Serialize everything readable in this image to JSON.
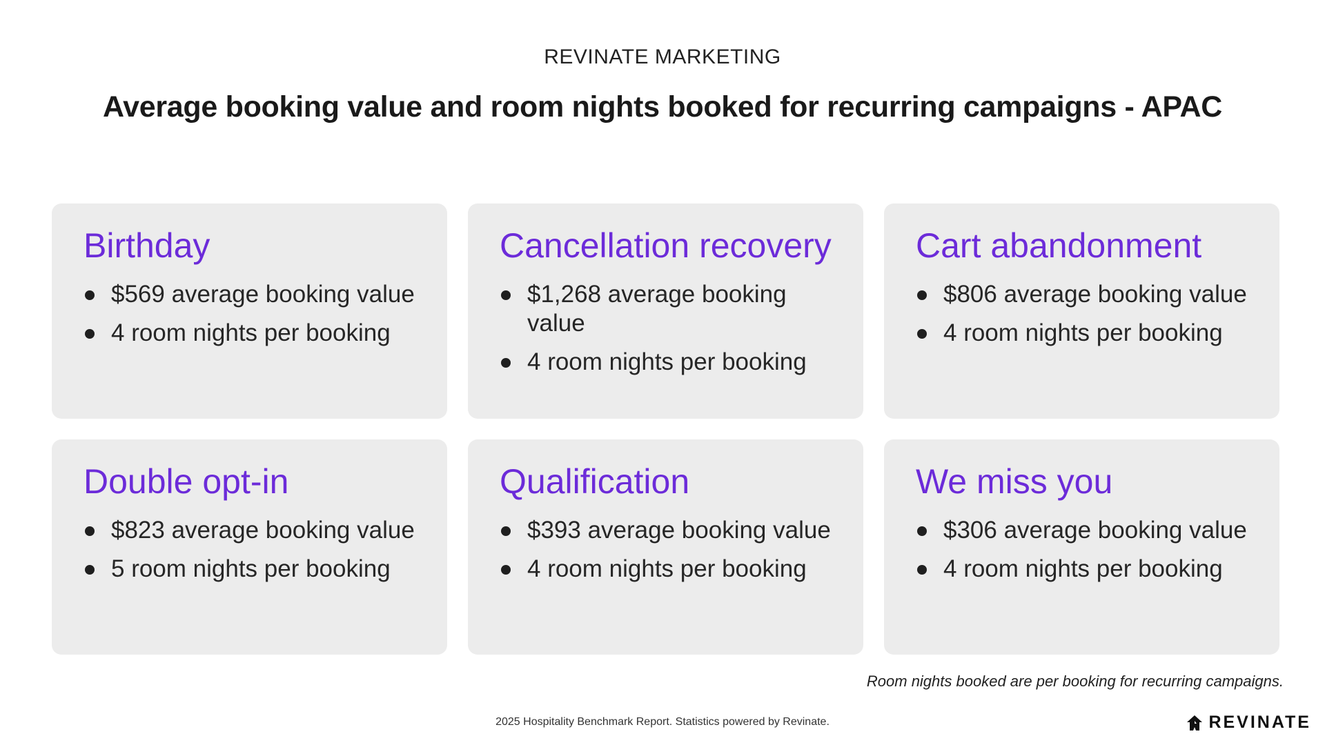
{
  "header": {
    "eyebrow": "REVINATE MARKETING",
    "title": "Average booking value and room nights booked for recurring campaigns - APAC"
  },
  "campaigns": [
    {
      "name": "Birthday",
      "stats": [
        "$569 average booking value",
        "4 room nights per booking"
      ]
    },
    {
      "name": "Cancellation recovery",
      "stats": [
        "$1,268 average booking value",
        "4 room nights per booking"
      ]
    },
    {
      "name": "Cart abandonment",
      "stats": [
        "$806 average booking value",
        "4 room nights per booking"
      ]
    },
    {
      "name": "Double opt-in",
      "stats": [
        "$823 average booking value",
        "5 room nights per booking"
      ]
    },
    {
      "name": "Qualification",
      "stats": [
        "$393 average booking value",
        "4 room nights per booking"
      ]
    },
    {
      "name": "We miss you",
      "stats": [
        "$306 average booking value",
        "4 room nights per booking"
      ]
    }
  ],
  "footnote": "Room nights booked are per booking for recurring campaigns.",
  "footer": {
    "source": "2025 Hospitality Benchmark Report. Statistics powered by Revinate.",
    "brand": "REVINATE",
    "brand_icon": "revinate-logo-icon"
  },
  "colors": {
    "accent": "#6c2bd9",
    "card_background": "#ececec",
    "text": "#1e1e1e"
  }
}
